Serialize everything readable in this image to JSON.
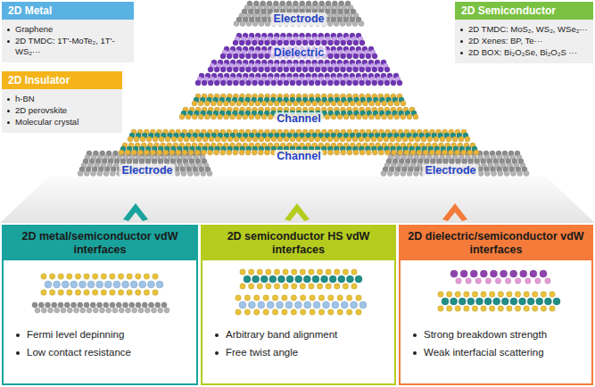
{
  "diagram": {
    "nodes": [
      {
        "text": [
          "2D Metal",
          "Graphene",
          "2D TMDC: 1T'-MoTe₂, 1T'-WS₂···"
        ]
      },
      {
        "text": [
          "2D Semiconductor",
          "2D TMDC: MoS₂, WS₂, WSe₂···",
          "2D Xenes: BP, Te···",
          "2D BOX: Bi₂O₂Se, Bi₂O₂S ···"
        ]
      },
      {
        "text": [
          "2D Insulator",
          "h-BN",
          "2D perovskite",
          "Molecular crystal"
        ]
      },
      {
        "text": [
          "2D metal/semiconductor vdW interfaces",
          "Fermi level depinning",
          "Low contact resistance"
        ]
      },
      {
        "text": [
          "2D semiconductor HS vdW interfaces",
          "Arbitrary band alignment",
          "Free twist angle"
        ]
      },
      {
        "text": [
          "2D dielectric/semiconductor vdW interfaces",
          "Strong breakdown strength",
          "Weak interfacial scattering"
        ]
      }
    ],
    "labels": [
      "Electrode",
      "Dielectric",
      "Channel",
      "Channel",
      "Electrode",
      "Electrode"
    ]
  }
}
